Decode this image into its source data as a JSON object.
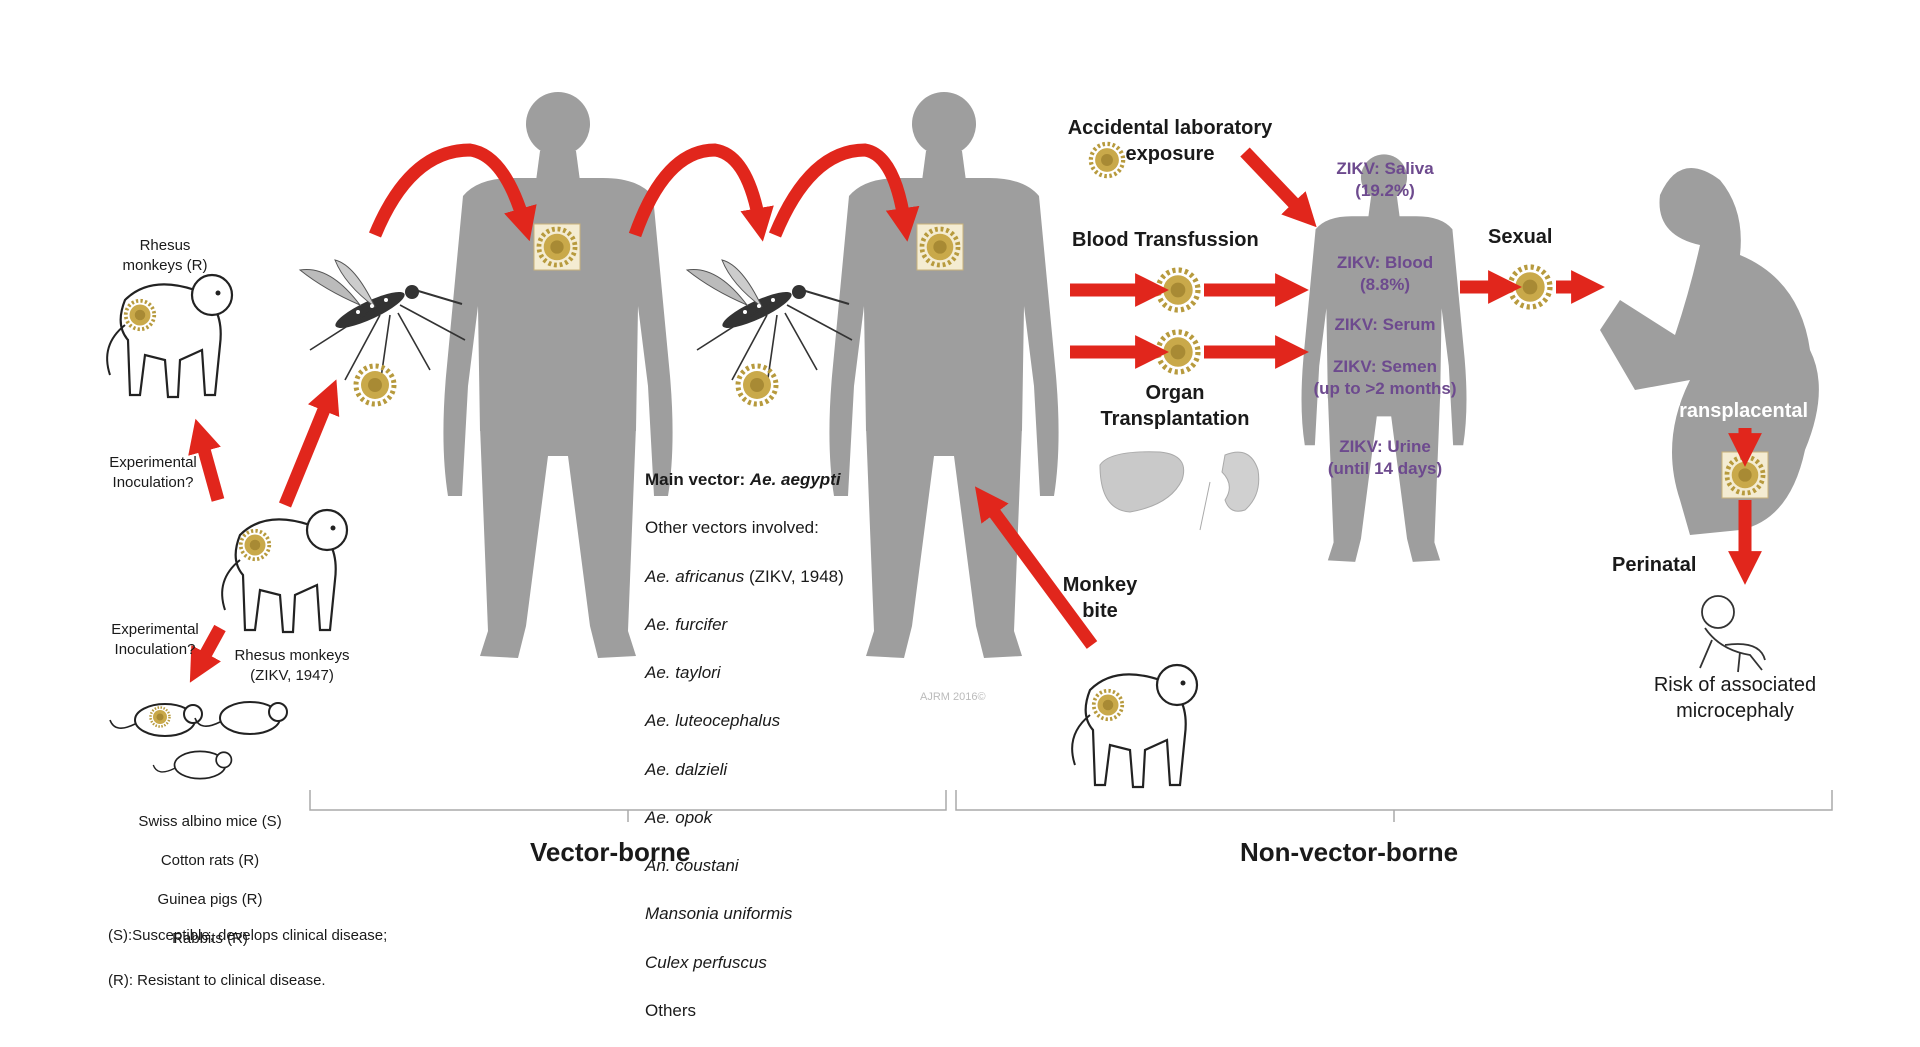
{
  "colors": {
    "arrow": "#e1261c",
    "silhouette": "#9e9e9e",
    "virus_core": "#c9a94a",
    "virus_ring": "#b79a3d",
    "zikv_text": "#6d4a8e"
  },
  "animals": {
    "rhesus_top": "Rhesus\nmonkeys (R)",
    "exp_inoc_1": "Experimental\nInoculation?",
    "exp_inoc_2": "Experimental\nInoculation?",
    "rhesus_source": "Rhesus monkeys\n(ZIKV, 1947)",
    "rodents": [
      "Swiss albino mice (S)",
      "Cotton rats (R)",
      "Guinea pigs (R)",
      "Rabbits (R)"
    ],
    "legend": [
      "(S):Susceptible, develops clinical disease;",
      "(R): Resistant to clinical disease."
    ]
  },
  "vectors": {
    "main_prefix": "Main vector: ",
    "main_species": "Ae. aegypti",
    "other_heading": "Other vectors involved:",
    "list": [
      {
        "name": "Ae. africanus",
        "note": " (ZIKV, 1948)"
      },
      {
        "name": "Ae. furcifer",
        "note": ""
      },
      {
        "name": "Ae. taylori",
        "note": ""
      },
      {
        "name": "Ae. luteocephalus",
        "note": ""
      },
      {
        "name": "Ae. dalzieli",
        "note": ""
      },
      {
        "name": "Ae. opok",
        "note": ""
      },
      {
        "name": "An. coustani",
        "note": ""
      },
      {
        "name": "Mansonia uniformis",
        "note": ""
      },
      {
        "name": "Culex perfuscus",
        "note": ""
      }
    ],
    "others": "Others"
  },
  "watermark": "AJRM 2016©",
  "routes": {
    "lab": "Accidental laboratory\nexposure",
    "blood": "Blood Transfussion",
    "organ": "Organ\nTransplantation",
    "monkey_bite": "Monkey\nbite",
    "sexual": "Sexual",
    "transplacental": "Transplacental",
    "perinatal": "Perinatal",
    "microcephaly": "Risk of associated\nmicrocephaly"
  },
  "zikv": [
    "ZIKV: Saliva\n(19.2%)",
    "ZIKV: Blood\n(8.8%)",
    "ZIKV: Serum",
    "ZIKV: Semen\n(up to >2 months)",
    "ZIKV: Urine\n(until 14 days)"
  ],
  "sections": {
    "vector": "Vector-borne",
    "nonvector": "Non-vector-borne"
  }
}
